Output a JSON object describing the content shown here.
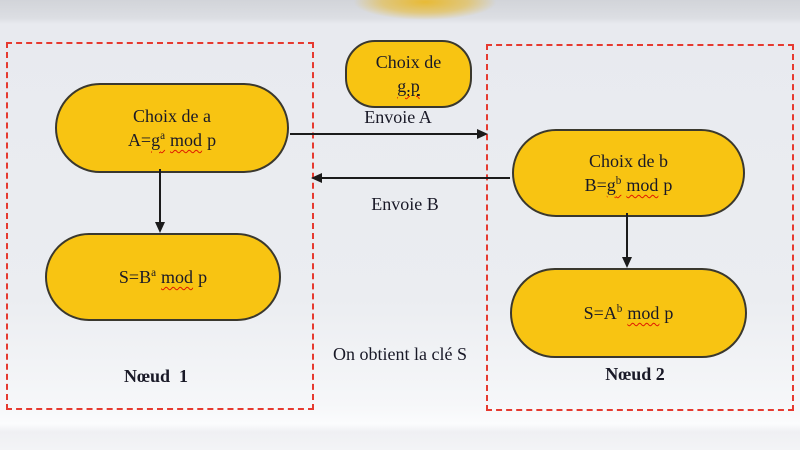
{
  "colors": {
    "node_fill": "#F8C412",
    "node_border": "#3A382E",
    "boundary_dash_red": "#E63A30",
    "arrow_black": "#1B1B1B",
    "text_dark": "#191927",
    "spellcheck_wave_red": "#E01800",
    "top_glow_gold": "#E9B92D"
  },
  "nodes": {
    "gp": {
      "line1": "Choix de",
      "line2": "g.p"
    },
    "choix_a": {
      "line1": "Choix de a",
      "eq_pre": "A=",
      "eq_base": "g",
      "eq_sup": "a",
      "eq_mod": "mod",
      "eq_post": "p"
    },
    "choix_b": {
      "line1": "Choix de b",
      "eq_pre": "B=",
      "eq_base": "g",
      "eq_sup": "b",
      "eq_mod": "mod",
      "eq_post": "p"
    },
    "s_node1": {
      "eq_pre": "S=B",
      "eq_sup": "a",
      "eq_mod": "mod",
      "eq_post": "p"
    },
    "s_node2": {
      "eq_pre": "S=A",
      "eq_sup": "b",
      "eq_mod": "mod",
      "eq_post": "p"
    }
  },
  "labels": {
    "envoie_a": "Envoie A",
    "envoie_b": "Envoie B",
    "key_note": "On obtient la clé S",
    "noeud1": "Nœud  1",
    "noeud2": "Nœud 2"
  }
}
